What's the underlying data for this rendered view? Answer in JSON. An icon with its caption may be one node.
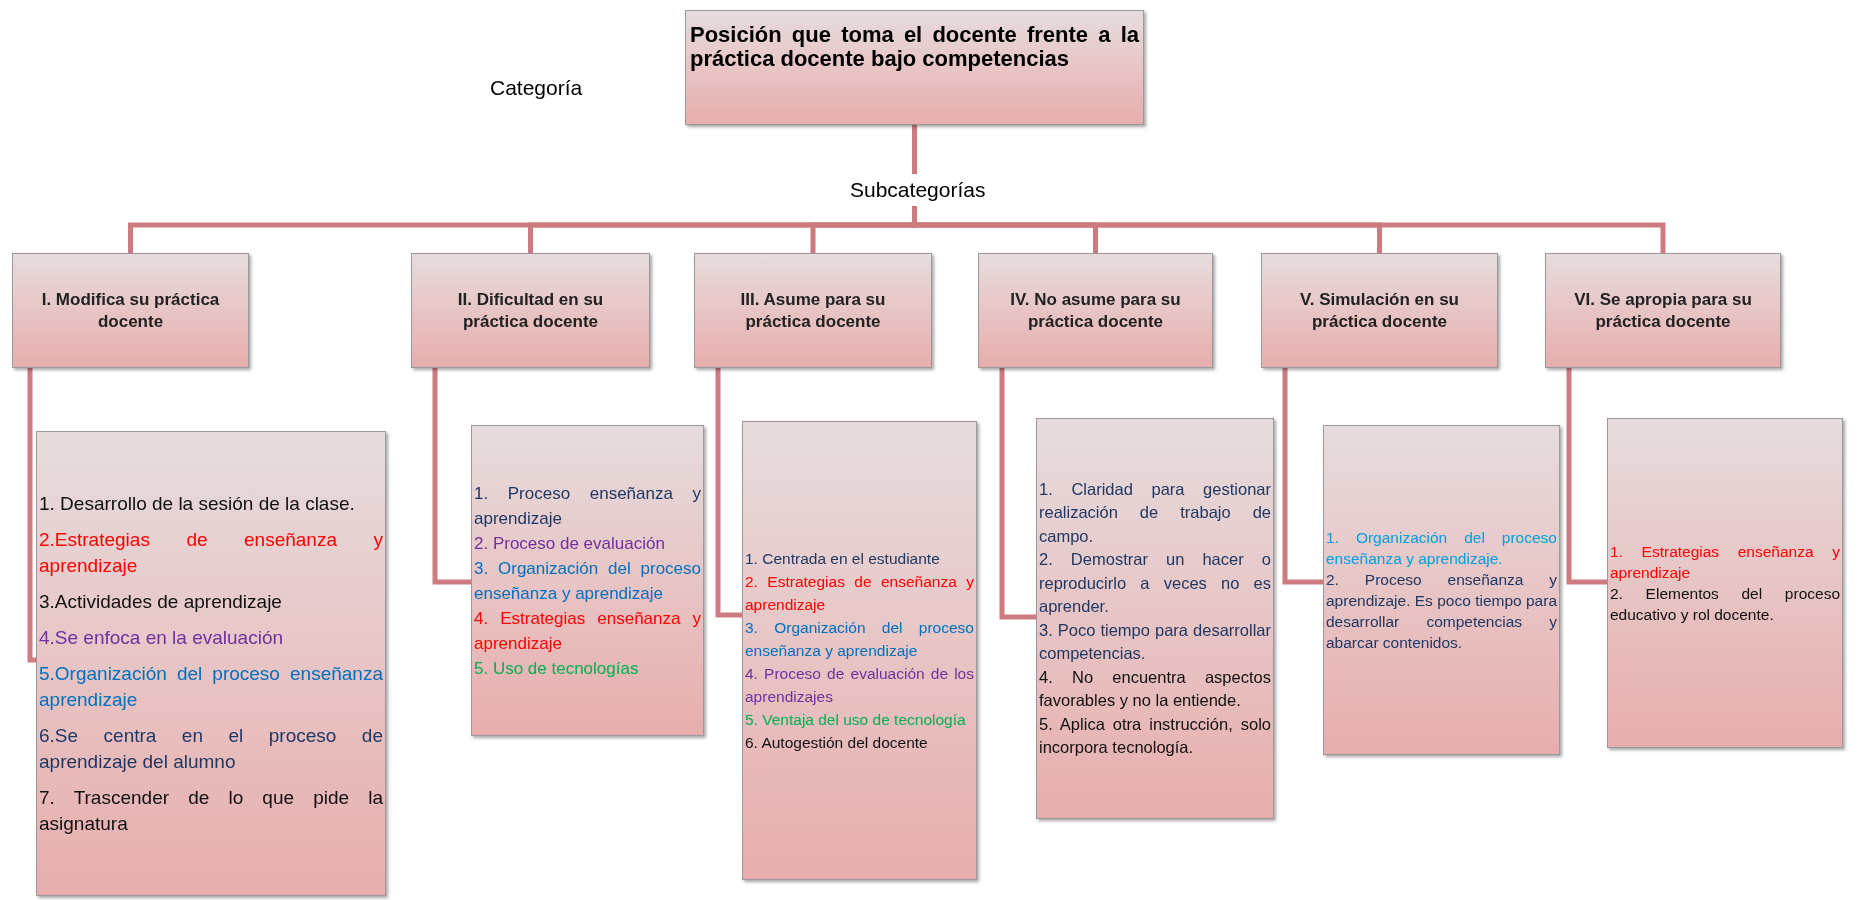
{
  "diagram": {
    "nodes": [
      {
        "text": [
          "Posición que toma el docente frente a la práctica docente bajo competencias"
        ]
      },
      {
        "text": [
          "I. Modifica su práctica docente"
        ]
      },
      {
        "text": [
          "II. Dificultad en su práctica docente"
        ]
      },
      {
        "text": [
          "III. Asume para su práctica docente"
        ]
      },
      {
        "text": [
          "IV. No asume para su práctica docente"
        ]
      },
      {
        "text": [
          "V. Simulación en su práctica docente"
        ]
      },
      {
        "text": [
          "VI. Se apropia para su práctica docente"
        ]
      },
      {
        "text": [
          "1. Desarrollo de la sesión de la clase.",
          "2.Estrategias de enseñanza y aprendizaje",
          "3.Actividades de aprendizaje",
          "4.Se enfoca en la evaluación",
          "5.Organización del proceso enseñanza aprendizaje",
          "6.Se centra en el proceso de aprendizaje del alumno",
          "7. Trascender de lo que pide la asignatura"
        ]
      },
      {
        "text": [
          "1. Proceso enseñanza y aprendizaje",
          "2. Proceso de evaluación",
          "3. Organización del proceso enseñanza y aprendizaje",
          "4. Estrategias enseñanza y aprendizaje",
          "5. Uso de tecnologías"
        ]
      },
      {
        "text": [
          "1. Centrada en el estudiante",
          "2. Estrategias de enseñanza y aprendizaje",
          "3. Organización del proceso enseñanza y aprendizaje",
          "4. Proceso de evaluación de los aprendizajes",
          "5. Ventaja del uso de tecnología",
          "6. Autogestión del docente"
        ]
      },
      {
        "text": [
          "1. Claridad para gestionar realización de trabajo de campo.",
          "2. Demostrar un hacer o reproducirlo a veces no es aprender.",
          "3. Poco tiempo para desarrollar competencias.",
          "4. No encuentra aspectos favorables y no la entiende.",
          "5. Aplica otra instrucción, solo incorpora tecnología."
        ]
      },
      {
        "text": [
          "1. Organización del proceso enseñanza y aprendizaje.",
          "2. Proceso enseñanza y aprendizaje. Es poco tiempo para desarrollar competencias y abarcar contenidos."
        ]
      },
      {
        "text": [
          "1. Estrategias enseñanza y aprendizaje",
          "2. Elementos del proceso educativo y rol docente."
        ]
      }
    ],
    "edges": [
      {
        "from": 0,
        "to": 1,
        "arrow": "none"
      },
      {
        "from": 0,
        "to": 2,
        "arrow": "none"
      },
      {
        "from": 0,
        "to": 3,
        "arrow": "none"
      },
      {
        "from": 0,
        "to": 4,
        "arrow": "none"
      },
      {
        "from": 0,
        "to": 5,
        "arrow": "none"
      },
      {
        "from": 0,
        "to": 6,
        "arrow": "none"
      },
      {
        "from": 1,
        "to": 7,
        "arrow": "none"
      },
      {
        "from": 2,
        "to": 8,
        "arrow": "none"
      },
      {
        "from": 3,
        "to": 9,
        "arrow": "none"
      },
      {
        "from": 4,
        "to": 10,
        "arrow": "none"
      },
      {
        "from": 5,
        "to": 11,
        "arrow": "none"
      },
      {
        "from": 6,
        "to": 12,
        "arrow": "none"
      }
    ],
    "labels": [
      "Categoría",
      "Subcategorías"
    ]
  }
}
